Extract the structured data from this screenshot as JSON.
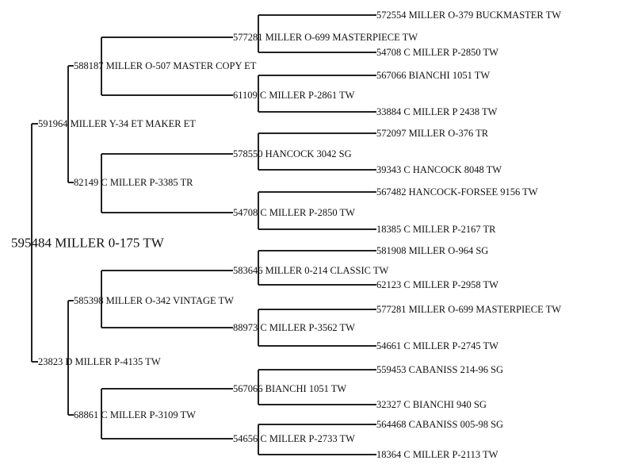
{
  "pedigree": {
    "label": "595484 MILLER 0-175 TW",
    "sire": {
      "label": "591964 MILLER Y-34 ET MAKER ET",
      "sire": {
        "label": "588187 MILLER O-507 MASTER COPY ET",
        "sire": {
          "label": "577281 MILLER O-699 MASTERPIECE TW",
          "sire": {
            "label": "572554 MILLER O-379 BUCKMASTER TW"
          },
          "dam": {
            "label": "54708 C MILLER P-2850 TW"
          }
        },
        "dam": {
          "label": "61109 C MILLER P-2861 TW",
          "sire": {
            "label": "567066 BIANCHI 1051 TW"
          },
          "dam": {
            "label": "33884 C MILLER P 2438 TW"
          }
        }
      },
      "dam": {
        "label": "82149 C MILLER P-3385 TR",
        "sire": {
          "label": "578550 HANCOCK 3042 SG",
          "sire": {
            "label": "572097 MILLER O-376 TR"
          },
          "dam": {
            "label": "39343 C HANCOCK 8048 TW"
          }
        },
        "dam": {
          "label": "54708 C MILLER P-2850 TW",
          "sire": {
            "label": "567482 HANCOCK-FORSEE 9156 TW"
          },
          "dam": {
            "label": "18385 C MILLER P-2167 TR"
          }
        }
      }
    },
    "dam": {
      "label": "23823 D MILLER P-4135 TW",
      "sire": {
        "label": "585398 MILLER O-342 VINTAGE TW",
        "sire": {
          "label": "583646 MILLER 0-214 CLASSIC TW",
          "sire": {
            "label": "581908 MILLER O-964 SG"
          },
          "dam": {
            "label": "62123 C MILLER P-2958 TW"
          }
        },
        "dam": {
          "label": "88973 C MILLER P-3562 TW",
          "sire": {
            "label": "577281 MILLER O-699 MASTERPIECE TW"
          },
          "dam": {
            "label": "54661 C MILLER P-2745 TW"
          }
        }
      },
      "dam": {
        "label": "68861 C MILLER P-3109 TW",
        "sire": {
          "label": "567066 BIANCHI 1051 TW",
          "sire": {
            "label": "559453 CABANISS 214-96 SG"
          },
          "dam": {
            "label": "32327 C BIANCHI 940 SG"
          }
        },
        "dam": {
          "label": "54656 C MILLER P-2733 TW",
          "sire": {
            "label": "564468 CABANISS 005-98 SG"
          },
          "dam": {
            "label": "18364 C MILLER P-2113 TW"
          }
        }
      }
    }
  }
}
